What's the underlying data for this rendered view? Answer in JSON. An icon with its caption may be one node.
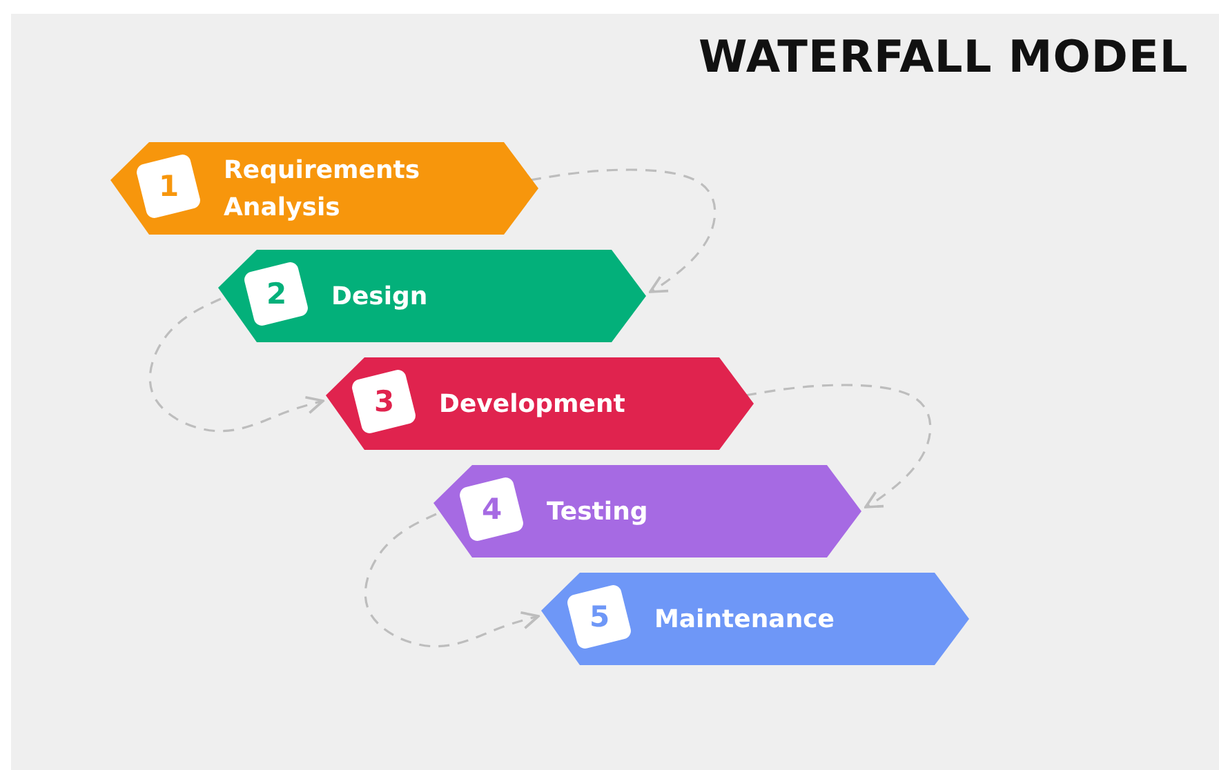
{
  "diagram": {
    "title": "WATERFALL MODEL",
    "nodes": [
      {
        "text": [
          "1",
          "Requirements Analysis"
        ]
      },
      {
        "text": [
          "2",
          "Design"
        ]
      },
      {
        "text": [
          "3",
          "Development"
        ]
      },
      {
        "text": [
          "4",
          "Testing"
        ]
      },
      {
        "text": [
          "5",
          "Maintenance"
        ]
      }
    ],
    "edges": [
      {
        "from": 0,
        "to": 1,
        "arrow": "to",
        "style": "dashed"
      },
      {
        "from": 1,
        "to": 2,
        "arrow": "to",
        "style": "dashed"
      },
      {
        "from": 2,
        "to": 3,
        "arrow": "to",
        "style": "dashed"
      },
      {
        "from": 3,
        "to": 4,
        "arrow": "to",
        "style": "dashed"
      }
    ]
  }
}
